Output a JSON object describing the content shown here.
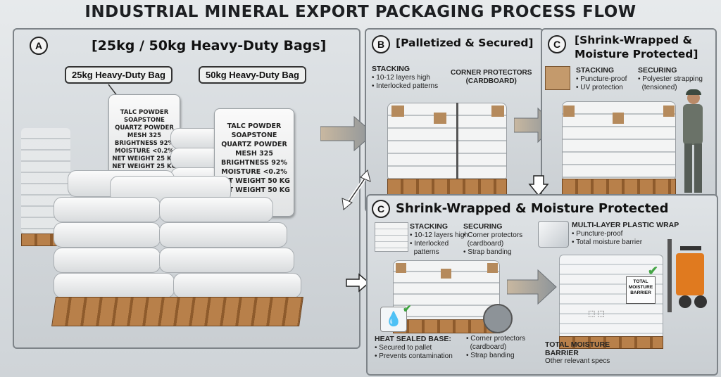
{
  "title": "INDUSTRIAL MINERAL EXPORT PACKAGING PROCESS FLOW",
  "panel_a": {
    "badge": "A",
    "heading": "[25kg / 50kg Heavy-Duty Bags]",
    "bag25": {
      "label": "25kg Heavy-Duty Bag",
      "lines": [
        "TALC POWDER",
        "SOAPSTONE",
        "QUARTZ POWDER",
        "MESH 325",
        "BRIGHTNESS 92%",
        "MOISTURE <0.2%",
        "NET WEIGHT 25 KG",
        "NET WEIGHT 25 KG"
      ]
    },
    "bag50": {
      "label": "50kg Heavy-Duty Bag",
      "lines": [
        "TALC POWDER",
        "SOAPSTONE",
        "QUARTZ POWDER",
        "MESH 325",
        "BRIGHTNESS 92%",
        "MOISTURE <0.2%",
        "NET WEIGHT 50 KG",
        "NET WEIGHT 50 KG"
      ]
    }
  },
  "panel_b": {
    "badge": "B",
    "heading": "[Palletized & Secured]",
    "stacking_title": "STACKING",
    "stacking_items": [
      "10-12 layers high",
      "Interlocked patterns"
    ],
    "corner_title": "CORNER PROTECTORS",
    "corner_sub": "(CARDBOARD)"
  },
  "panel_c": {
    "badge": "C",
    "heading_line1": "[Shrink-Wrapped &",
    "heading_line2": "Moisture Protected]",
    "stacking_title": "STACKING",
    "stacking_items": [
      "Puncture-proof",
      "UV protection"
    ],
    "securing_title": "SECURING",
    "securing_items": [
      "Polyester strapping",
      "(tensioned)"
    ]
  },
  "panel_d": {
    "badge": "C",
    "heading": "Shrink-Wrapped & Moisture Protected",
    "stacking_title": "STACKING",
    "stacking_items": [
      "10-12 layers high",
      "Interlocked",
      "patterns"
    ],
    "securing_title": "SECURING",
    "securing_items": [
      "Corner protectors",
      "(cardboard)",
      "Strap banding"
    ],
    "wrap_title": "MULTI-LAYER PLASTIC WRAP",
    "wrap_items": [
      "Puncture-proof",
      "Total moisture barrier"
    ],
    "heat_title": "HEAT SEALED BASE:",
    "heat_items": [
      "Secured to pallet",
      "Prevents contamination"
    ],
    "corner_items": [
      "Corner protectors",
      "(cardboard)",
      "Strap banding"
    ],
    "barrier_line1": "TOTAL MOISTURE",
    "barrier_line2": "BARRIER",
    "barrier_sub": "Other relevant specs",
    "sticker_line1": "TOTAL",
    "sticker_line2": "MOISTURE",
    "sticker_line3": "BARRIER"
  }
}
